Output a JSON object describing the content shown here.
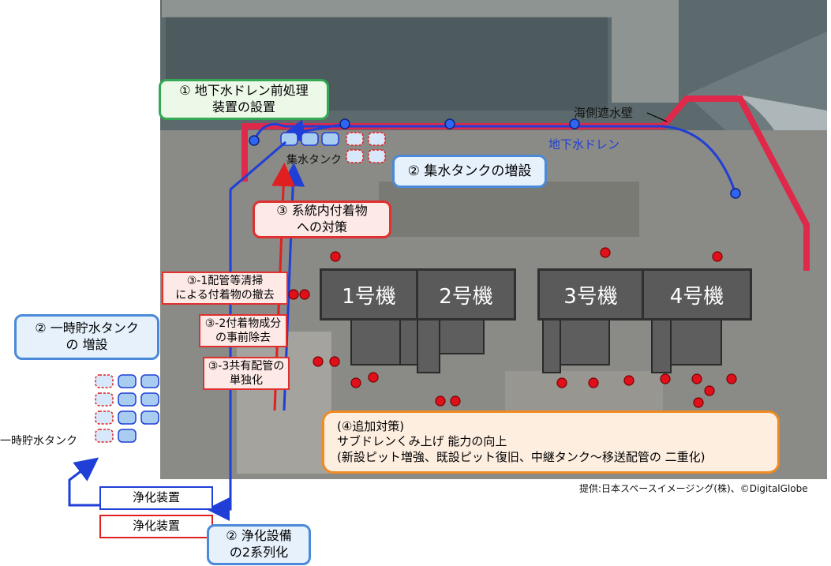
{
  "callouts": {
    "drain_pretreatment": [
      "① 地下水ドレン前処理",
      "装置の設置"
    ],
    "collection_tank_add": "② 集水タンクの増設",
    "system_deposits": [
      "③ 系統内付着物",
      "への対策"
    ],
    "pipe_cleaning": [
      "③-1配管等清掃",
      "による付着物の撤去"
    ],
    "deposit_removal": [
      "③-2付着物成分",
      "の事前除去"
    ],
    "shared_pipe": [
      "③-3共有配管の",
      "単独化"
    ],
    "temp_tank_add": [
      "② 一時貯水タンク",
      "の 増設"
    ],
    "purification_dual": [
      "② 浄化設備",
      "の2系列化"
    ],
    "additional": [
      "(④追加対策)",
      "サブドレンくみ上げ 能力の向上",
      "(新設ピット増強、既設ピット復旧、中継タンク～移送配管の 二重化)"
    ]
  },
  "labels": {
    "seawall": "海側遮水壁",
    "groundwater_drain": "地下水ドレン",
    "collection_tank": "集水タンク",
    "temp_tank": "一時貯水タンク",
    "purifier_1": "浄化装置",
    "purifier_2": "浄化装置"
  },
  "units": [
    "1号機",
    "2号機",
    "3号機",
    "4号機"
  ],
  "credit": "提供:日本スペースイメージング(株)、©DigitalGlobe",
  "colors": {
    "seawall": "#e0284a",
    "drain_line": "#1f3fd6",
    "subdrain": "#e0101a",
    "accent_green": "#34a853",
    "accent_blue": "#4a8ad9",
    "accent_red": "#e03030",
    "accent_orange": "#f08a24"
  }
}
